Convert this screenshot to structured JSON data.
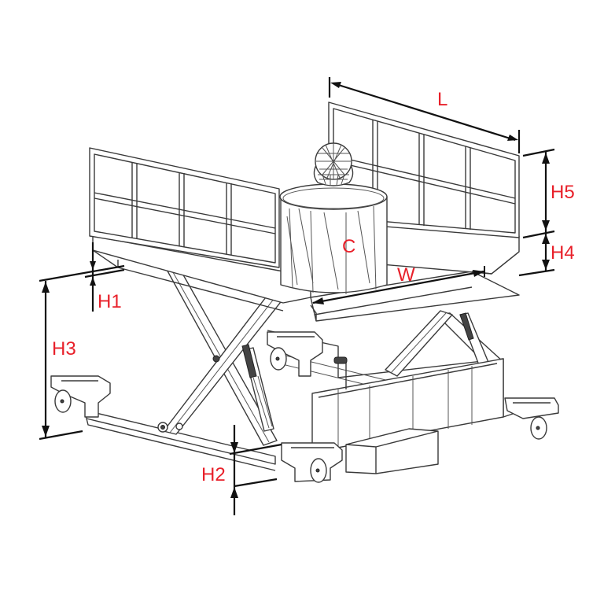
{
  "diagram": {
    "subject": "Mobile scissor lift platform with railings and cylindrical load",
    "accent_color": "#e8202a",
    "line_color": "#3a3a3a",
    "dimension_labels": {
      "length": "L",
      "width": "W",
      "load": "C",
      "h1": "H1",
      "h2": "H2",
      "h3": "H3",
      "h4": "H4",
      "h5": "H5"
    }
  }
}
